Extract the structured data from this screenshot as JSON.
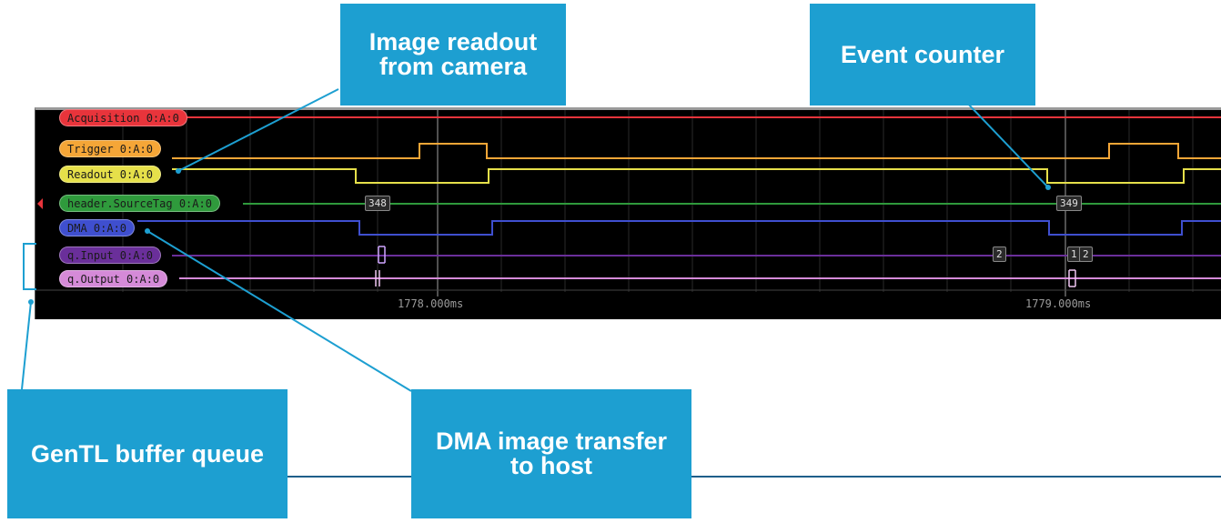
{
  "callouts": {
    "readout": "Image readout\nfrom camera",
    "event_counter": "Event counter",
    "buffer_queue": "GenTL buffer queue",
    "dma": "DMA image transfer\nto host"
  },
  "channels": [
    {
      "label": "Acquisition 0:A:0",
      "color": "#e8343b"
    },
    {
      "label": "Trigger 0:A:0",
      "color": "#f5a637"
    },
    {
      "label": "Readout 0:A:0",
      "color": "#e6e04a"
    },
    {
      "label": "header.SourceTag 0:A:0",
      "color": "#2f9a3c"
    },
    {
      "label": "DMA 0:A:0",
      "color": "#3f4fcf"
    },
    {
      "label": "q.Input 0:A:0",
      "color": "#6a2f9a"
    },
    {
      "label": "q.Output 0:A:0",
      "color": "#d58ad8"
    }
  ],
  "time_ticks": [
    "1778.000ms",
    "1779.000ms"
  ],
  "value_labels": {
    "source_tag_1": "348",
    "source_tag_2": "349",
    "q_input_1": "2",
    "q_input_2": "1",
    "q_input_3": "2"
  },
  "colors": {
    "callout_bg": "#1d9fd1",
    "leader_line": "#1d9fd1",
    "bottom_rule": "#1f5f8a",
    "scope_bg": "#000000"
  }
}
